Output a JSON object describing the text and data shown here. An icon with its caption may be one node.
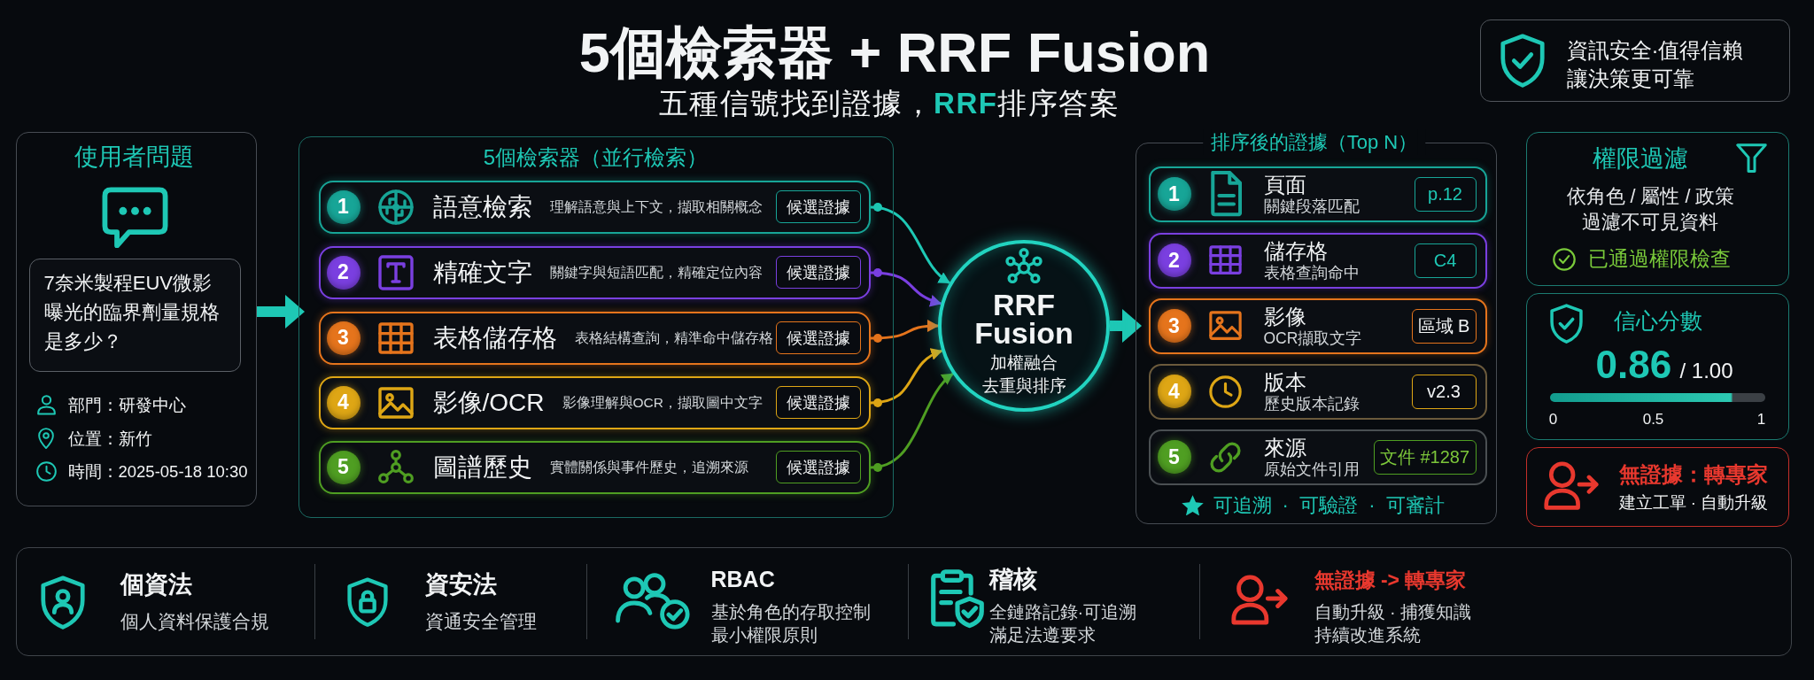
{
  "diagram": {
    "title": "5個檢索器 + RRF Fusion",
    "nodes": [
      {
        "text": [
          "資訊安全·值得信賴讓決策更可靠"
        ]
      },
      {
        "text": [
          "使用者問題",
          "部門：研發中心",
          "位置：新竹",
          "時間：2025-05-18 10:30"
        ]
      },
      {
        "text": [
          "7奈米製程EUV微影曝光的臨界劑量規格是多少？"
        ],
        "in": 1
      },
      {
        "text": [
          "5個檢索器（並行檢索）"
        ]
      },
      {
        "text": [
          "語意檢索",
          "理解語意與上下文，擷取相關概念"
        ],
        "in": 3
      },
      {
        "text": [
          "1"
        ],
        "in": 4
      },
      {
        "text": [
          "候選證據"
        ],
        "in": 4
      },
      {
        "text": [
          "精確文字",
          "關鍵字與短語匹配，精確定位內容"
        ],
        "in": 3
      },
      {
        "text": [
          "2"
        ],
        "in": 7
      },
      {
        "text": [
          "候選證據"
        ],
        "in": 7
      },
      {
        "text": [
          "表格儲存格",
          "表格結構查詢，精準命中儲存格"
        ],
        "in": 3
      },
      {
        "text": [
          "3"
        ],
        "in": 10
      },
      {
        "text": [
          "候選證據"
        ],
        "in": 10
      },
      {
        "text": [
          "影像/OCR",
          "影像理解與OCR，擷取圖中文字"
        ],
        "in": 3
      },
      {
        "text": [
          "4"
        ],
        "in": 13
      },
      {
        "text": [
          "候選證據"
        ],
        "in": 13
      },
      {
        "text": [
          "圖譜歷史",
          "實體關係與事件歷史，追溯來源"
        ],
        "in": 3
      },
      {
        "text": [
          "5"
        ],
        "in": 16
      },
      {
        "text": [
          "候選證據"
        ],
        "in": 16
      },
      {
        "text": [
          "RRF Fusion",
          "加權融合",
          "去重與排序"
        ]
      },
      {
        "text": [
          "排序後的證據（Top N）",
          "可追溯 · 可驗證 · 可審計"
        ]
      },
      {
        "text": [
          "頁面",
          "關鍵段落匹配"
        ],
        "in": 20
      },
      {
        "text": [
          "1"
        ],
        "in": 21
      },
      {
        "text": [
          "p.12"
        ],
        "in": 21
      },
      {
        "text": [
          "儲存格",
          "表格查詢命中"
        ],
        "in": 20
      },
      {
        "text": [
          "2"
        ],
        "in": 24
      },
      {
        "text": [
          "C4"
        ],
        "in": 24
      },
      {
        "text": [
          "影像",
          "OCR擷取文字"
        ],
        "in": 20
      },
      {
        "text": [
          "3"
        ],
        "in": 27
      },
      {
        "text": [
          "區域 B"
        ],
        "in": 27
      },
      {
        "text": [
          "版本",
          "歷史版本記錄"
        ],
        "in": 20
      },
      {
        "text": [
          "4"
        ],
        "in": 30
      },
      {
        "text": [
          "v2.3"
        ],
        "in": 30
      },
      {
        "text": [
          "來源",
          "原始文件引用"
        ],
        "in": 20
      },
      {
        "text": [
          "5"
        ],
        "in": 33
      },
      {
        "text": [
          "文件 #1287"
        ],
        "in": 33
      },
      {
        "text": [
          "權限過濾",
          "依角色 / 屬性 / 政策過濾不可見資料",
          "已通過權限檢查"
        ]
      },
      {
        "text": [
          "信心分數",
          "0.86",
          "/ 1.00"
        ]
      },
      {
        "text": [
          "無證據：轉專家",
          "建立工單 · 自動升級"
        ]
      },
      {
        "text": [
          "個資法",
          "個人資料保護合規",
          "資安法",
          "資通安全管理",
          "RBAC",
          "基於角色的存取控制最小權限原則",
          "稽核",
          "全鏈路記錄·可追溯滿足法遵要求",
          "無證據 -> 轉專家",
          "自動升級 · 捕獲知識持續改進系統"
        ]
      }
    ],
    "edges": [
      {
        "from": 1,
        "to": 3,
        "arrow": "to",
        "style": "thick"
      },
      {
        "from": 4,
        "to": 19,
        "arrow": "to"
      },
      {
        "from": 7,
        "to": 19,
        "arrow": "to",
        "color": "#7a3fe0"
      },
      {
        "from": 10,
        "to": 19,
        "arrow": "to",
        "color": "#e5741c"
      },
      {
        "from": 13,
        "to": 19,
        "arrow": "to",
        "color": "#dea615"
      },
      {
        "from": 16,
        "to": 19,
        "arrow": "to",
        "color": "#4f9e22"
      },
      {
        "from": 19,
        "to": 20,
        "arrow": "to",
        "style": "thick"
      }
    ],
    "labels": [
      "五種信號找到證據，**RRF**排序答案",
      "0",
      "0.5",
      "1"
    ]
  }
}
